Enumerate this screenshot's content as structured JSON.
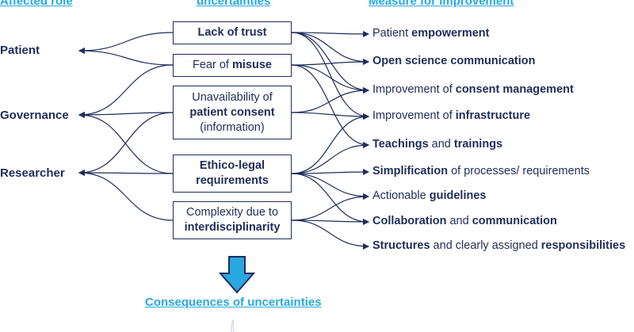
{
  "headers": {
    "role": "Affected role",
    "uncertainties": "uncertainties",
    "measures": "Measure for improvement"
  },
  "roles": [
    "Patient",
    "Governance",
    "Researcher"
  ],
  "uncertainties": [
    {
      "pre": "",
      "bold": "Lack of trust",
      "post": ""
    },
    {
      "pre": "Fear of ",
      "bold": "misuse",
      "post": ""
    },
    {
      "pre": "Unavailability of",
      "bold": "patient consent",
      "post": "(information)"
    },
    {
      "pre": "",
      "bold": "Ethico-legal requirements",
      "post": ""
    },
    {
      "pre": "Complexity due to",
      "bold": "interdisciplinarity",
      "post": ""
    }
  ],
  "measures": [
    [
      {
        "t": "Patient ",
        "b": false
      },
      {
        "t": "empowerment",
        "b": true
      }
    ],
    [
      {
        "t": "Open science communication",
        "b": true
      }
    ],
    [
      {
        "t": "Improvement of ",
        "b": false
      },
      {
        "t": "consent management",
        "b": true
      }
    ],
    [
      {
        "t": "Improvement of ",
        "b": false
      },
      {
        "t": "infrastructure",
        "b": true
      }
    ],
    [
      {
        "t": "Teachings",
        "b": true
      },
      {
        "t": " and ",
        "b": false
      },
      {
        "t": "trainings",
        "b": true
      }
    ],
    [
      {
        "t": "Simplification",
        "b": true
      },
      {
        "t": " of processes/ requirements",
        "b": false
      }
    ],
    [
      {
        "t": "Actionable ",
        "b": false
      },
      {
        "t": "guidelines",
        "b": true
      }
    ],
    [
      {
        "t": "Collaboration",
        "b": true
      },
      {
        "t": " and ",
        "b": false
      },
      {
        "t": "communication",
        "b": true
      }
    ],
    [
      {
        "t": "Structures",
        "b": true
      },
      {
        "t": " and clearly assigned ",
        "b": false
      },
      {
        "t": "responsibilities",
        "b": true
      }
    ]
  ],
  "consequences": "Consequences of uncertainties",
  "colors": {
    "ink": "#1f2d5a",
    "accent": "#29a8e0"
  }
}
